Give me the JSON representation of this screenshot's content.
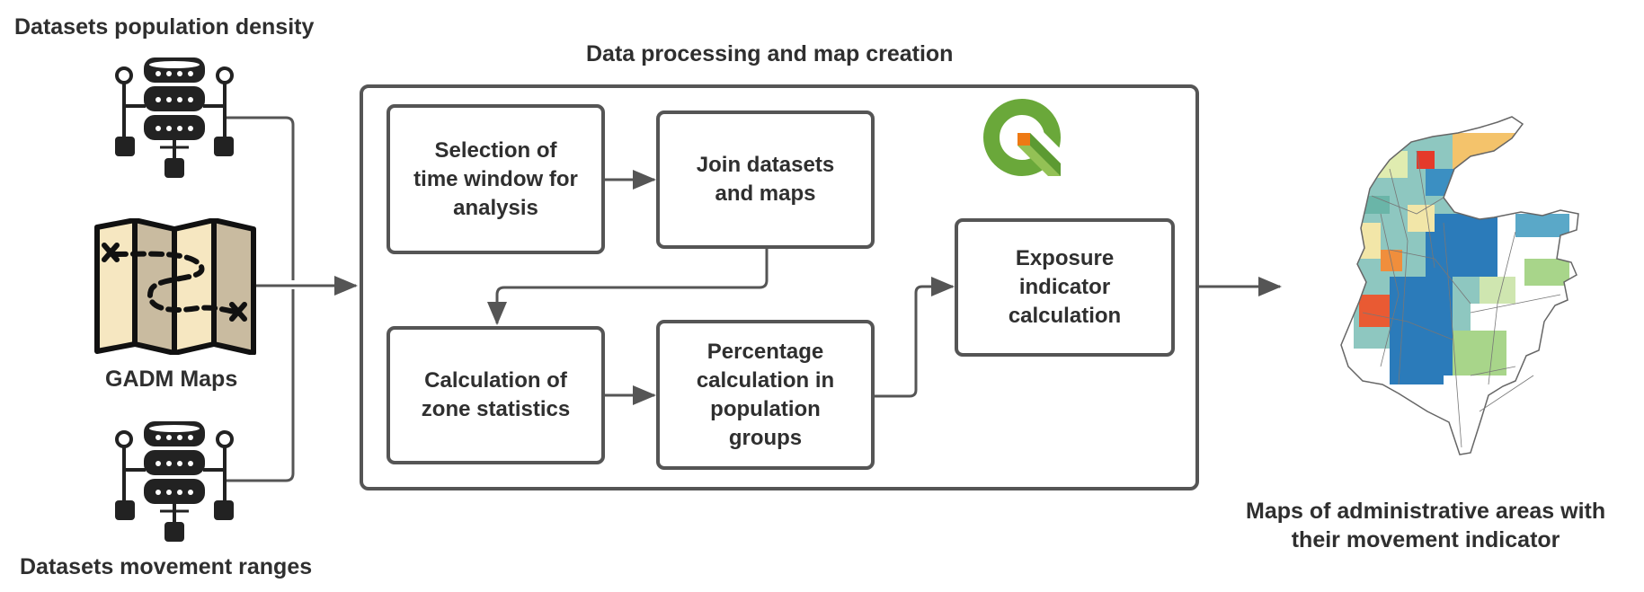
{
  "labels": {
    "datasets_population": "Datasets population density",
    "gadm_maps": "GADM Maps",
    "datasets_movement": "Datasets movement ranges",
    "processing_title": "Data processing and map creation",
    "output_maps": "Maps of administrative areas with\ntheir movement indicator"
  },
  "steps": {
    "selection": "Selection of\ntime window for\nanalysis",
    "join": "Join datasets\nand maps",
    "zone_stats": "Calculation of\nzone statistics",
    "percentage": "Percentage\ncalculation in\npopulation\ngroups",
    "exposure": "Exposure\nindicator\ncalculation"
  },
  "icons": {
    "database_1": "database-network-icon",
    "map": "folded-treasure-map-icon",
    "database_2": "database-network-icon",
    "qgis": "qgis-logo-icon",
    "choropleth": "colombia-choropleth-map-icon"
  },
  "colors": {
    "stroke": "#555555",
    "text": "#2f2f2f",
    "map_fill": "#f6e7c1",
    "qgis_green": "#6aa83a",
    "qgis_orange": "#ee7913"
  }
}
